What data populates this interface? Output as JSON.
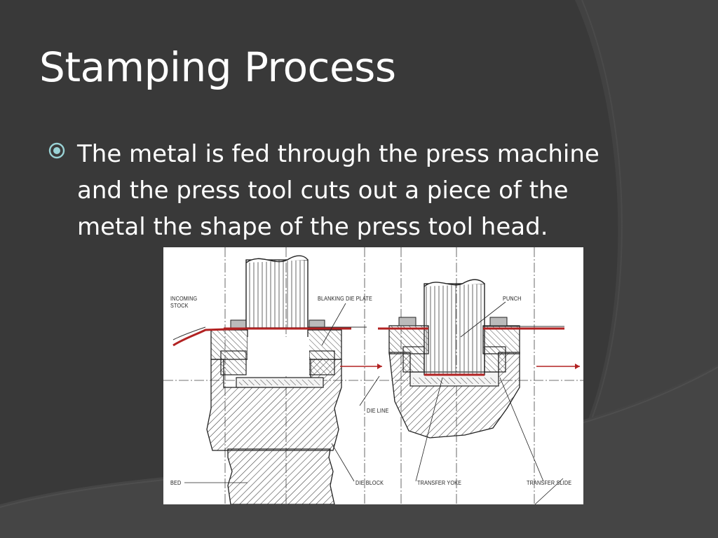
{
  "slide": {
    "title": "Stamping Process",
    "bullets": [
      "The metal is fed through the press machine and the press tool cuts out a piece of the metal the shape of the press tool head."
    ]
  },
  "figure": {
    "labels": {
      "incoming_stock_1": "INCOMING",
      "incoming_stock_2": "STOCK",
      "blanking_die_plate": "BLANKING DIE PLATE",
      "punch": "PUNCH",
      "die_line": "DIE LINE",
      "bed": "BED",
      "die_block": "DIE BLOCK",
      "transfer_yoke": "TRANSFER YOKE",
      "transfer_slide": "TRANSFER SLIDE"
    }
  },
  "colors": {
    "background": "#393939",
    "accent": "#9ad3d6",
    "stock": "#b22222"
  }
}
